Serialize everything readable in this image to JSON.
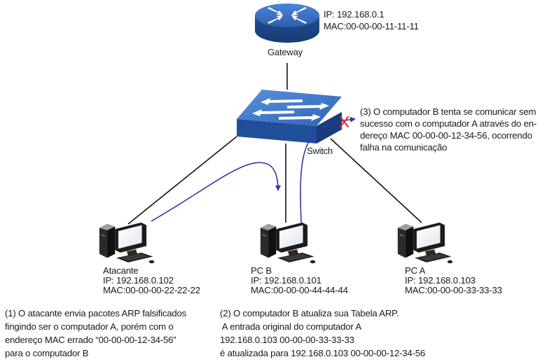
{
  "gateway": {
    "name": "Gateway",
    "ip": "IP: 192.168.0.1",
    "mac": "MAC:00-00-00-11-11-11"
  },
  "switch": {
    "name": "Switch"
  },
  "attacker": {
    "name": "Atacante",
    "ip": "IP: 192.168.0.102",
    "mac": "MAC:00-00-00-22-22-22"
  },
  "pc_b": {
    "name": "PC B",
    "ip": "IP: 192.168.0.101",
    "mac": "MAC:00-00-00-44-44-44"
  },
  "pc_a": {
    "name": "PC A",
    "ip": "IP: 192.168.0.103",
    "mac": "MAC:00-00-00-33-33-33"
  },
  "notes": {
    "step1": [
      "(1) O atacante envia pacotes ARP falsificados",
      "fingindo ser o computador A, porém com o",
      "endereço MAC errado “00-00-00-12-34-56”",
      "para o computador B"
    ],
    "step2": [
      "(2) O computador B atualiza sua Tabela ARP.",
      " A entrada original do computador A",
      "192.168.0.103 00-00-00-33-33-33",
      "é atualizada para 192.168.0.103 00-00-00-12-34-56"
    ],
    "step3": [
      "(3) O computador B tenta se comunicar sem",
      "sucesso com o computador A através do en-",
      "dereço MAC 00-00-00-12-34-56, ocorrendo",
      "falha na comunicação"
    ]
  },
  "colors": {
    "device_blue": "#2f63b5",
    "arrow_blue": "#3338a0",
    "fail_mark": "#e8202a",
    "link": "#111111"
  },
  "icons": {
    "gateway": "router-icon",
    "switch": "switch-icon",
    "computers": "desktop-computer-icon",
    "failure": "x-mark-icon"
  }
}
